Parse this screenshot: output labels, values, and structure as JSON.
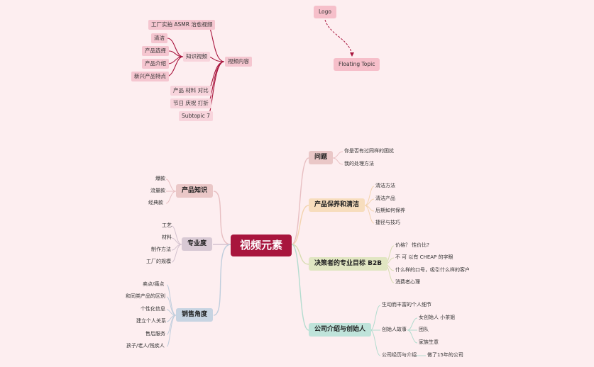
{
  "root": "视频元素",
  "floating": {
    "logo": "Logo",
    "floating_topic": "Floating Topic"
  },
  "top_tree": {
    "center": "视频内容",
    "knowledge": "知识视频",
    "children": [
      "工厂实拍 ASMR 治愈视频",
      "产品 材料 对比",
      "节日 庆祝 打折",
      "Subtopic 7"
    ],
    "knowledge_children": [
      "清洁",
      "产品选择",
      "产品介绍",
      "新兴产品特点"
    ]
  },
  "left_branches": [
    {
      "label": "产品知识",
      "color": "#eac7c7",
      "children": [
        "爆款",
        "流量款",
        "经典款"
      ]
    },
    {
      "label": "专业度",
      "color": "#d8c9d4",
      "children": [
        "工艺",
        "材料",
        "制作方法",
        "工厂的规模"
      ]
    },
    {
      "label": "销售角度",
      "color": "#c7d4e2",
      "children": [
        "卖点/痛点",
        "和同类产品的区别",
        "个性化信息",
        "建立个人关系",
        "售后服务",
        "孩子/老人/残疾人"
      ]
    }
  ],
  "right_branches": [
    {
      "label": "问题",
      "color": "#eac7c7",
      "children": [
        "你是否有过同样的困扰",
        "我的处理方法"
      ]
    },
    {
      "label": "产品保养和清洁",
      "color": "#f7ddbd",
      "children": [
        "清洁方法",
        "清洁产品",
        "后期如何保养",
        "捷径与技巧"
      ]
    },
    {
      "label": "决策者的专业目标 B2B",
      "color": "#e1e6c2",
      "children": [
        "价格？ 性价比?",
        "不 可 以有 CHEAP 的字眼",
        "什么样的口号，吸引什么样的客户",
        "消费者心理"
      ]
    },
    {
      "label": "公司介绍与创始人",
      "color": "#bfe3da",
      "children": [
        "生动而丰富的个人细节",
        "创始人故事",
        "公司经历与介绍"
      ],
      "founder_children": [
        "女创始人 小茶姐",
        "团队",
        "家族生意"
      ],
      "company_children": [
        "做了15年的公司"
      ]
    }
  ],
  "colors": {
    "root": "#a8153d",
    "link_top": "#a8153d",
    "bg": "#fdeef0"
  }
}
